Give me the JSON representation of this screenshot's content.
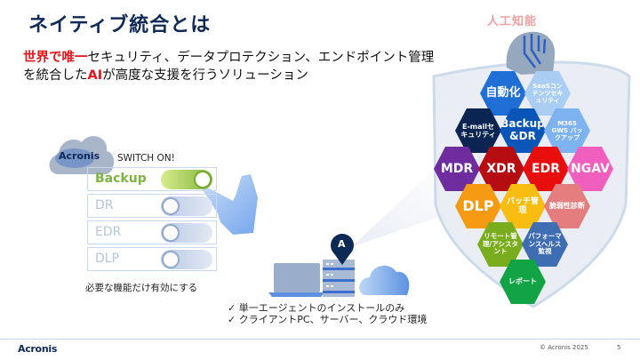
{
  "header": {
    "title": "ネイティブ統合とは",
    "subtitle_highlight": "世界で唯一",
    "subtitle_part1": "セキュリティ、データプロテクション、エンドポイント管理を統合した",
    "subtitle_ai": "AI",
    "subtitle_part2": "が高度な支援を行うソリューション"
  },
  "toggle_panel": {
    "brand_label": "Acronis",
    "heading": "SWITCH ON!",
    "toggles": [
      {
        "label": "Backup",
        "state": "on"
      },
      {
        "label": "DR",
        "state": "off"
      },
      {
        "label": "EDR",
        "state": "off"
      },
      {
        "label": "DLP",
        "state": "off"
      }
    ],
    "note": "必要な機能だけ有効にする"
  },
  "agent": {
    "badge_letter": "A",
    "bullets": [
      "✓ 単一エージェントのインストールのみ",
      "✓ クライアントPC、サーバー、クラウド環境"
    ]
  },
  "shield": {
    "ai_label": "人工知能",
    "hexes": [
      {
        "label": "自動化",
        "color": "#1f6fd6"
      },
      {
        "label": "SaaSコンテンツセキュリティ",
        "color": "#a9cdf3"
      },
      {
        "label": "E-mailセキュリティ",
        "color": "#0c2451"
      },
      {
        "label": "Backup &DR",
        "color": "#0a55b8"
      },
      {
        "label": "M365 GWS バックアップ",
        "color": "#7db3ef"
      },
      {
        "label": "MDR",
        "color": "#6f2c9e"
      },
      {
        "label": "XDR",
        "color": "#b50d12"
      },
      {
        "label": "EDR",
        "color": "#e80e0e"
      },
      {
        "label": "NGAV",
        "color": "#f05fbe"
      },
      {
        "label": "DLP",
        "color": "#f59a12"
      },
      {
        "label": "パッチ管理",
        "color": "#f8bd10"
      },
      {
        "label": "脆弱性診断",
        "color": "#e47d7d"
      },
      {
        "label": "リモート管理/アシスタント",
        "color": "#7aad1e"
      },
      {
        "label": "パフォーマンスヘルス監視",
        "color": "#3f6db2"
      },
      {
        "label": "レポート",
        "color": "#11a344"
      }
    ]
  },
  "footer": {
    "logo": "Acronis",
    "copyright": "© Acronis 2025",
    "page_number": "5"
  }
}
